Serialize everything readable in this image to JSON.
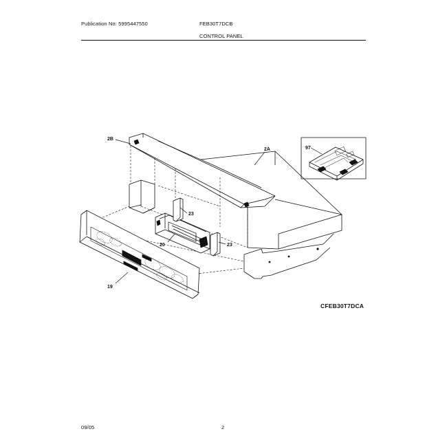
{
  "header": {
    "publication": "Publication No: 5995447550",
    "model": "FEB30T7DCB",
    "section_title": "CONTROL PANEL"
  },
  "diagram": {
    "callouts": [
      "2B",
      "2A",
      "97",
      "23",
      "20",
      "23",
      "19"
    ],
    "drawing_code": "CFEB30T7DCA"
  },
  "footer": {
    "date": "09/05",
    "page": "2"
  }
}
